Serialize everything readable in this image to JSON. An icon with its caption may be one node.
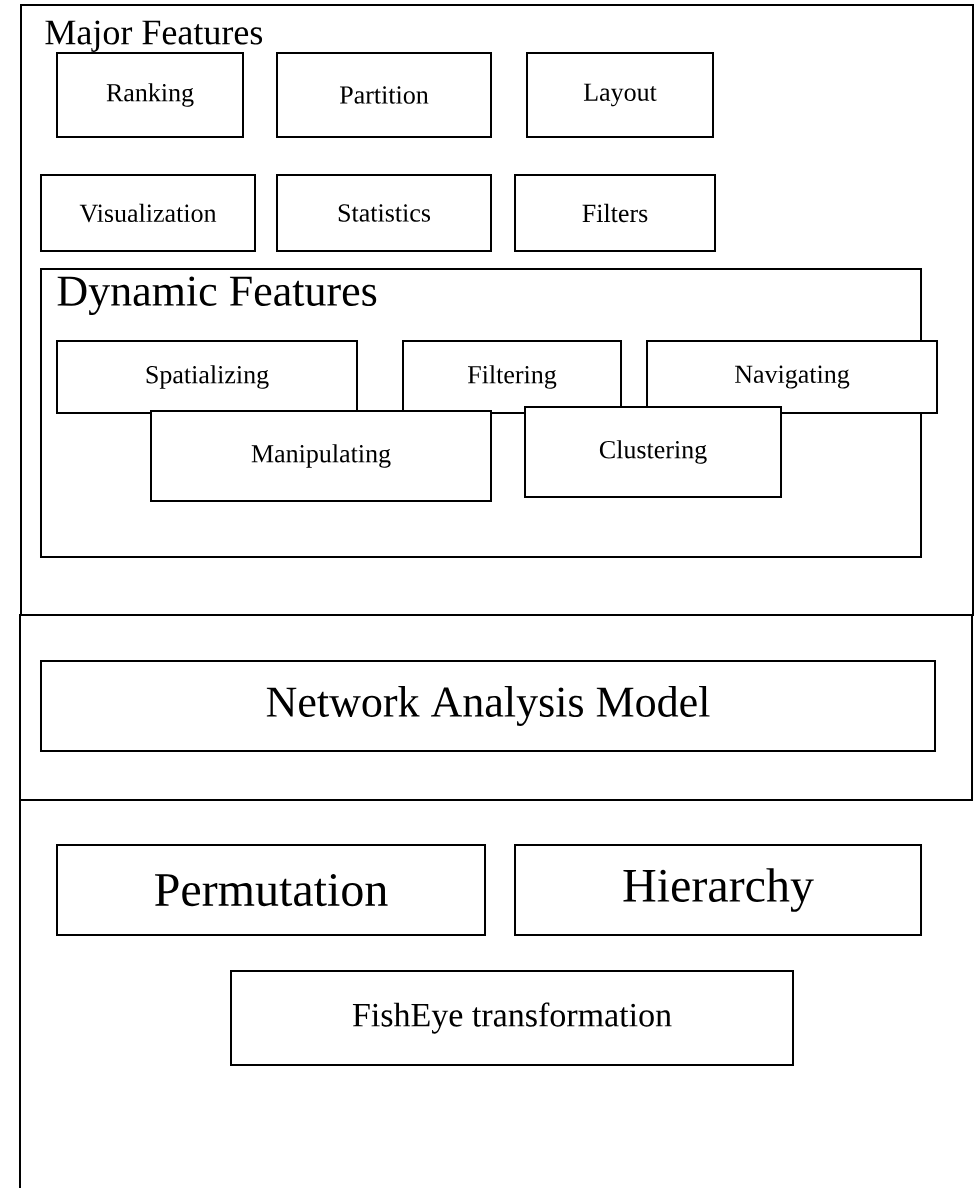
{
  "diagram": {
    "nodes": [
      {
        "text": [
          "Major Features"
        ]
      },
      {
        "text": [
          "Ranking"
        ],
        "in": 0
      },
      {
        "text": [
          "Partition"
        ],
        "in": 0
      },
      {
        "text": [
          "Layout"
        ],
        "in": 0
      },
      {
        "text": [
          "Visualization"
        ],
        "in": 0
      },
      {
        "text": [
          "Statistics"
        ],
        "in": 0
      },
      {
        "text": [
          "Filters"
        ],
        "in": 0
      },
      {
        "text": [
          "Dynamic Features"
        ],
        "in": 0
      },
      {
        "text": [
          "Spatializing"
        ],
        "in": 7
      },
      {
        "text": [
          "Filtering"
        ],
        "in": 7
      },
      {
        "text": [
          "Navigating"
        ],
        "in": 7
      },
      {
        "text": [
          "Manipulating"
        ],
        "in": 7
      },
      {
        "text": [
          "Clustering"
        ],
        "in": 7
      },
      {
        "text": [
          "Network Analysis Model"
        ]
      },
      {
        "text": [
          "Permutation"
        ]
      },
      {
        "text": [
          "Hierarchy"
        ]
      },
      {
        "text": [
          "FishEye  transformation"
        ]
      }
    ]
  }
}
